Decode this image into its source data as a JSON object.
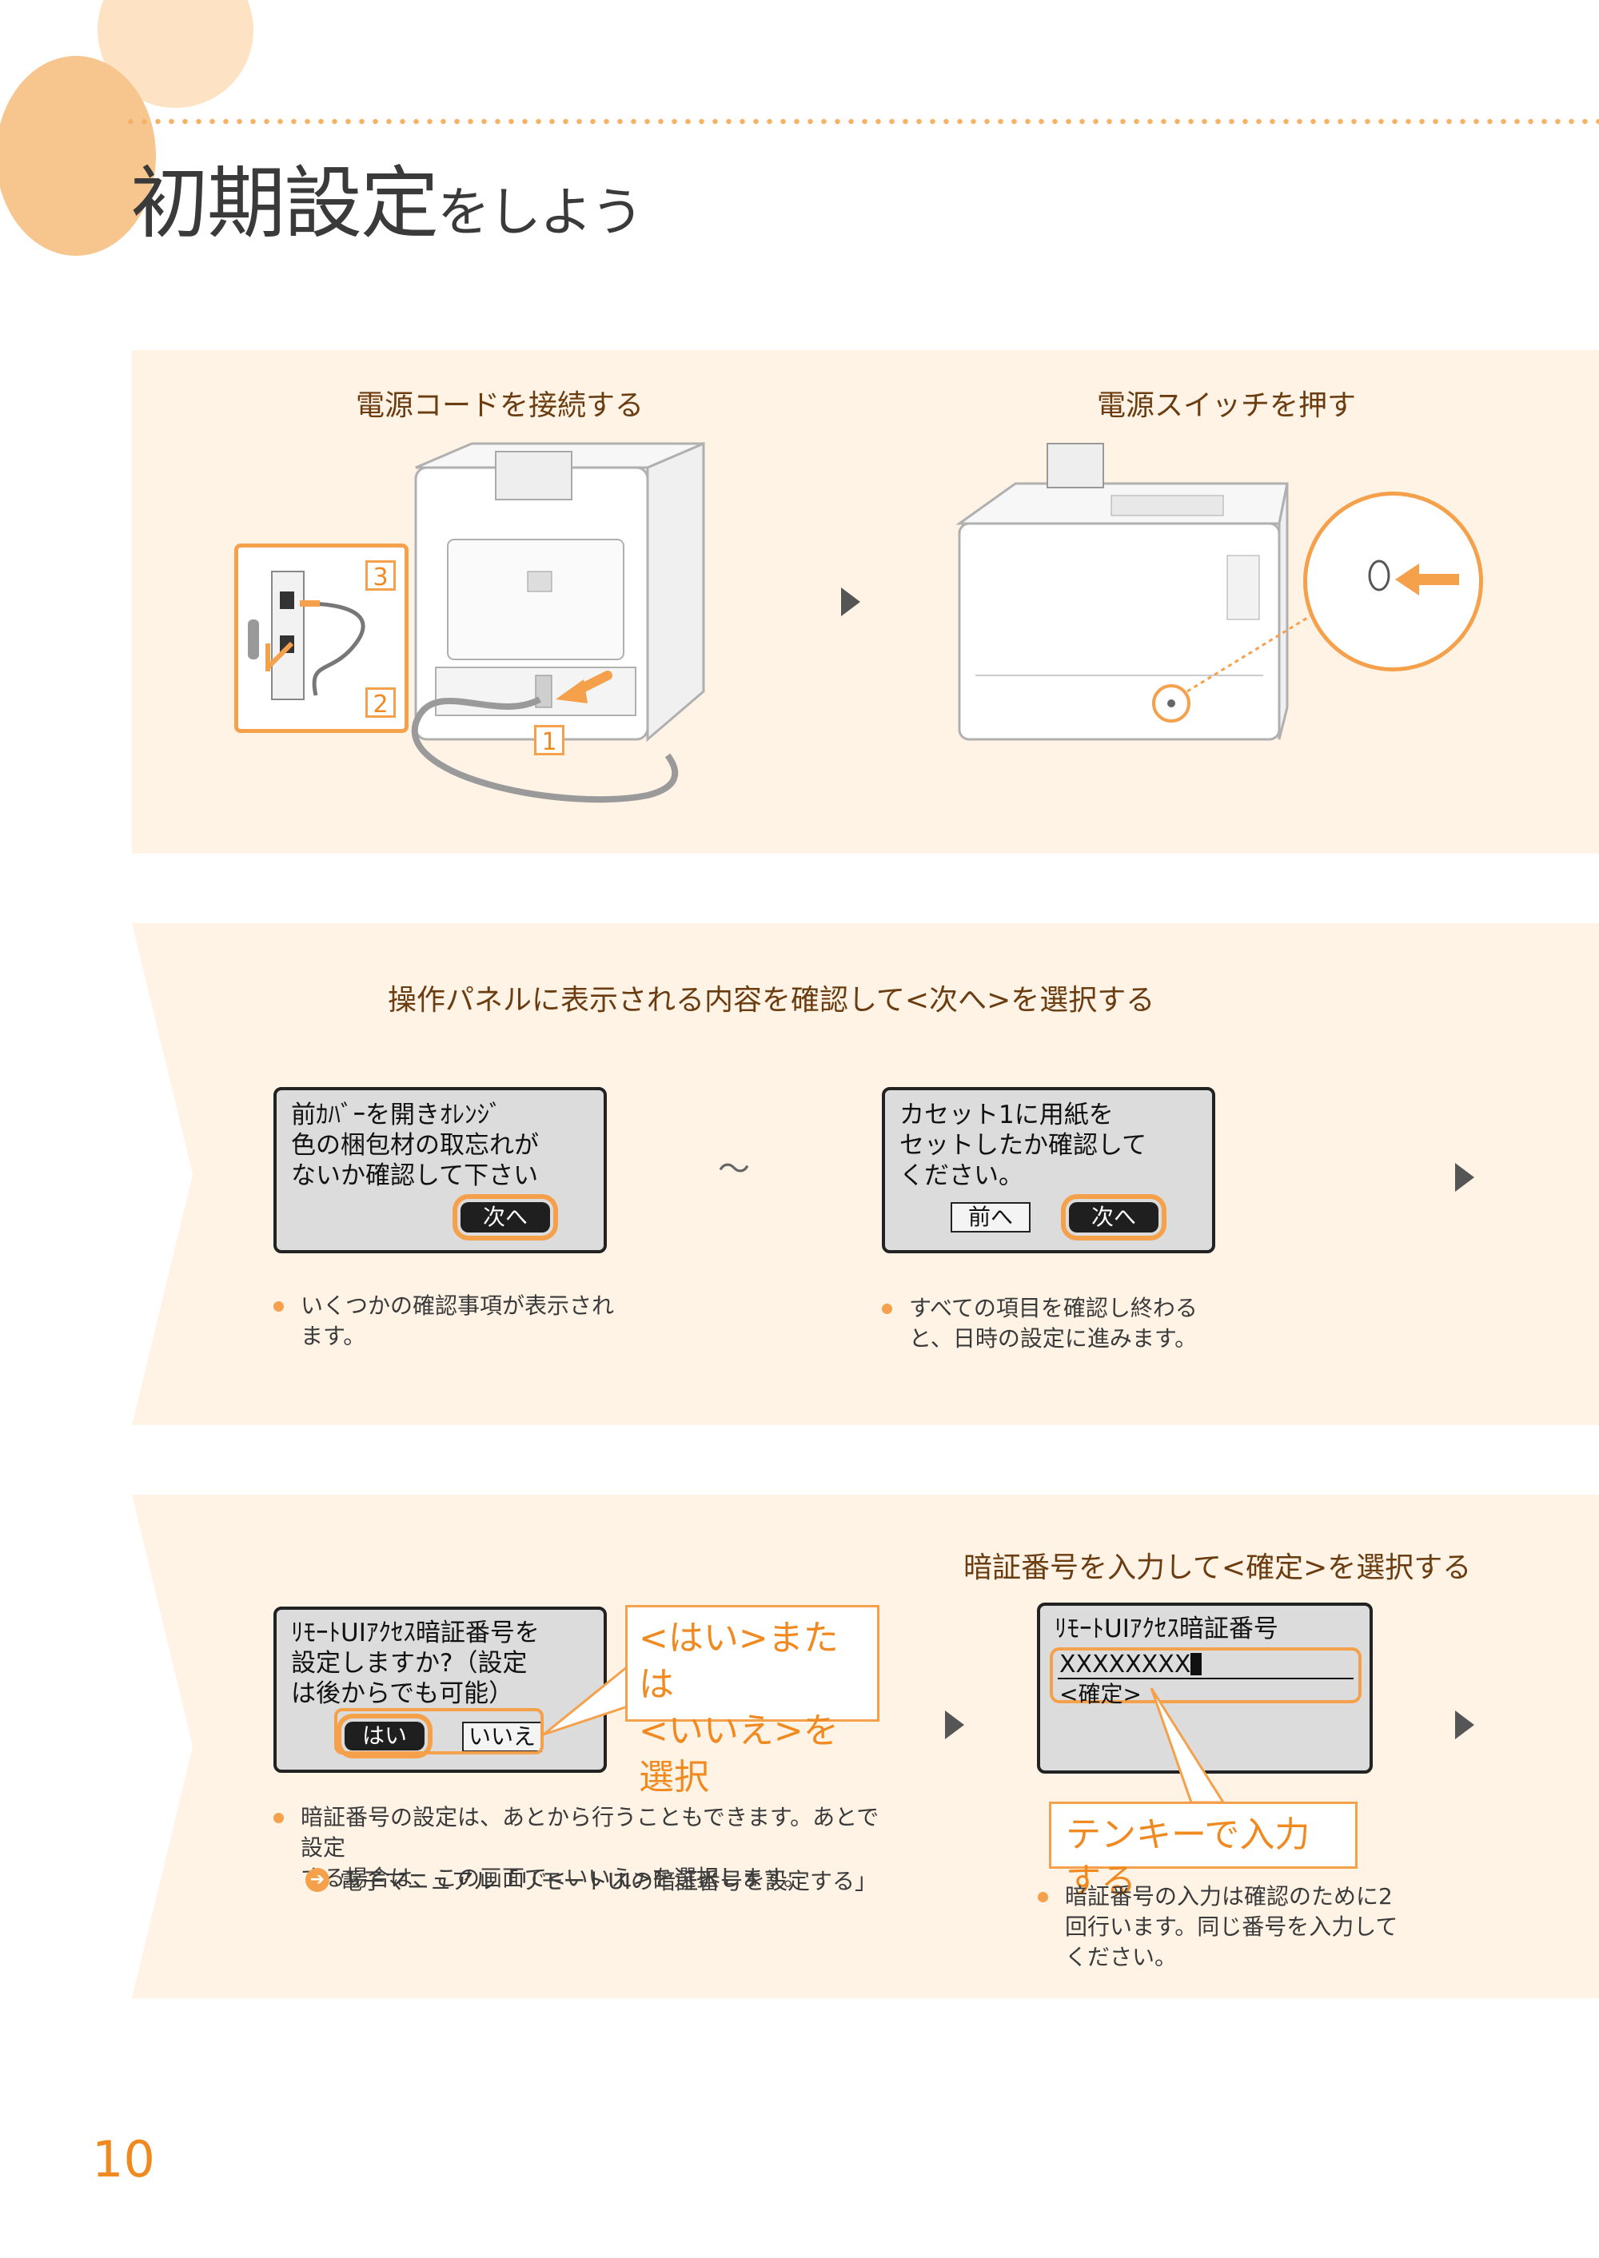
{
  "header": {
    "title_main": "初期設定",
    "title_suffix": "をしよう"
  },
  "section1": {
    "step1_heading": "電源コードを接続する",
    "step2_heading": "電源スイッチを押す",
    "labels": [
      "3",
      "2",
      "1"
    ]
  },
  "section2": {
    "heading": "操作パネルに表示される内容を確認して<次へ>を選択する",
    "screen1": {
      "text": "前ｶﾊﾞｰを開きｵﾚﾝｼﾞ\n色の梱包材の取忘れが\nないか確認して下さい",
      "next_button": "次へ"
    },
    "tilde": "～",
    "screen2": {
      "text": "カセット1に用紙を\nセットしたか確認して\nください。",
      "prev_button": "前へ",
      "next_button": "次へ"
    },
    "note1": "いくつかの確認事項が表示され\nます。",
    "note2": "すべての項目を確認し終わる\nと、日時の設定に進みます。"
  },
  "section3": {
    "heading": "暗証番号を入力して<確定>を選択する",
    "screen1": {
      "text": "ﾘﾓｰﾄUIｱｸｾｽ暗証番号を\n設定しますか?（設定\nは後からでも可能）",
      "yes_button": "はい",
      "no_button": "いいえ"
    },
    "callout_yes_no": "<はい>または\n<いいえ>を選択",
    "screen2": {
      "title": "ﾘﾓｰﾄUIｱｸｾｽ暗証番号",
      "input_value": "XXXXXXXX",
      "confirm": "<確定>"
    },
    "callout_keypad": "テンキーで入力する",
    "note1": "暗証番号の設定は、あとから行うこともできます。あとで設定\nする場合は、この画面で<いいえ>を選択します。",
    "manual_ref": "電子マニュアル「リモートUIの暗証番号を設定する」",
    "note2": "暗証番号の入力は確認のために2\n回行います。同じ番号を入力して\nください。"
  },
  "footer": {
    "page_number": "10"
  }
}
